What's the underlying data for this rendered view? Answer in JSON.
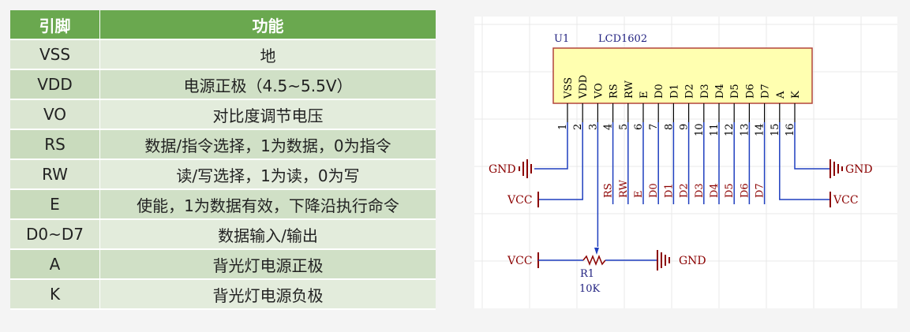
{
  "table": {
    "header": {
      "pin": "引脚",
      "function": "功能"
    },
    "rows": [
      {
        "pin": "VSS",
        "function": "地"
      },
      {
        "pin": "VDD",
        "function": "电源正极（4.5~5.5V）"
      },
      {
        "pin": "VO",
        "function": "对比度调节电压"
      },
      {
        "pin": "RS",
        "function": "数据/指令选择，1为数据，0为指令"
      },
      {
        "pin": "RW",
        "function": "读/写选择，1为读，0为写"
      },
      {
        "pin": "E",
        "function": "使能，1为数据有效，下降沿执行命令"
      },
      {
        "pin": "D0~D7",
        "function": "数据输入/输出"
      },
      {
        "pin": "A",
        "function": "背光灯电源正极"
      },
      {
        "pin": "K",
        "function": "背光灯电源负极"
      }
    ]
  },
  "schematic": {
    "designator": "U1",
    "part": "LCD1602",
    "pins": [
      {
        "num": "1",
        "name": "VSS"
      },
      {
        "num": "2",
        "name": "VDD"
      },
      {
        "num": "3",
        "name": "VO"
      },
      {
        "num": "4",
        "name": "RS"
      },
      {
        "num": "5",
        "name": "RW"
      },
      {
        "num": "6",
        "name": "E"
      },
      {
        "num": "7",
        "name": "D0"
      },
      {
        "num": "8",
        "name": "D1"
      },
      {
        "num": "9",
        "name": "D2"
      },
      {
        "num": "10",
        "name": "D3"
      },
      {
        "num": "11",
        "name": "D4"
      },
      {
        "num": "12",
        "name": "D5"
      },
      {
        "num": "13",
        "name": "D6"
      },
      {
        "num": "14",
        "name": "D7"
      },
      {
        "num": "15",
        "name": "A"
      },
      {
        "num": "16",
        "name": "K"
      }
    ],
    "net_labels": [
      "RS",
      "RW",
      "E",
      "D0",
      "D1",
      "D2",
      "D3",
      "D4",
      "D5",
      "D6",
      "D7"
    ],
    "power": {
      "gnd": "GND",
      "vcc": "VCC"
    },
    "resistor": {
      "designator": "R1",
      "value": "10K"
    },
    "colors": {
      "component_fill": "#ffffb0",
      "component_border": "#b2443b",
      "wire": "#1f3fbf",
      "net_label": "#8b0000",
      "pin_text": "#000000",
      "designator_text": "#1f1f7f",
      "grid": "#e8e8e8",
      "table_header": "#6aa84f"
    }
  }
}
